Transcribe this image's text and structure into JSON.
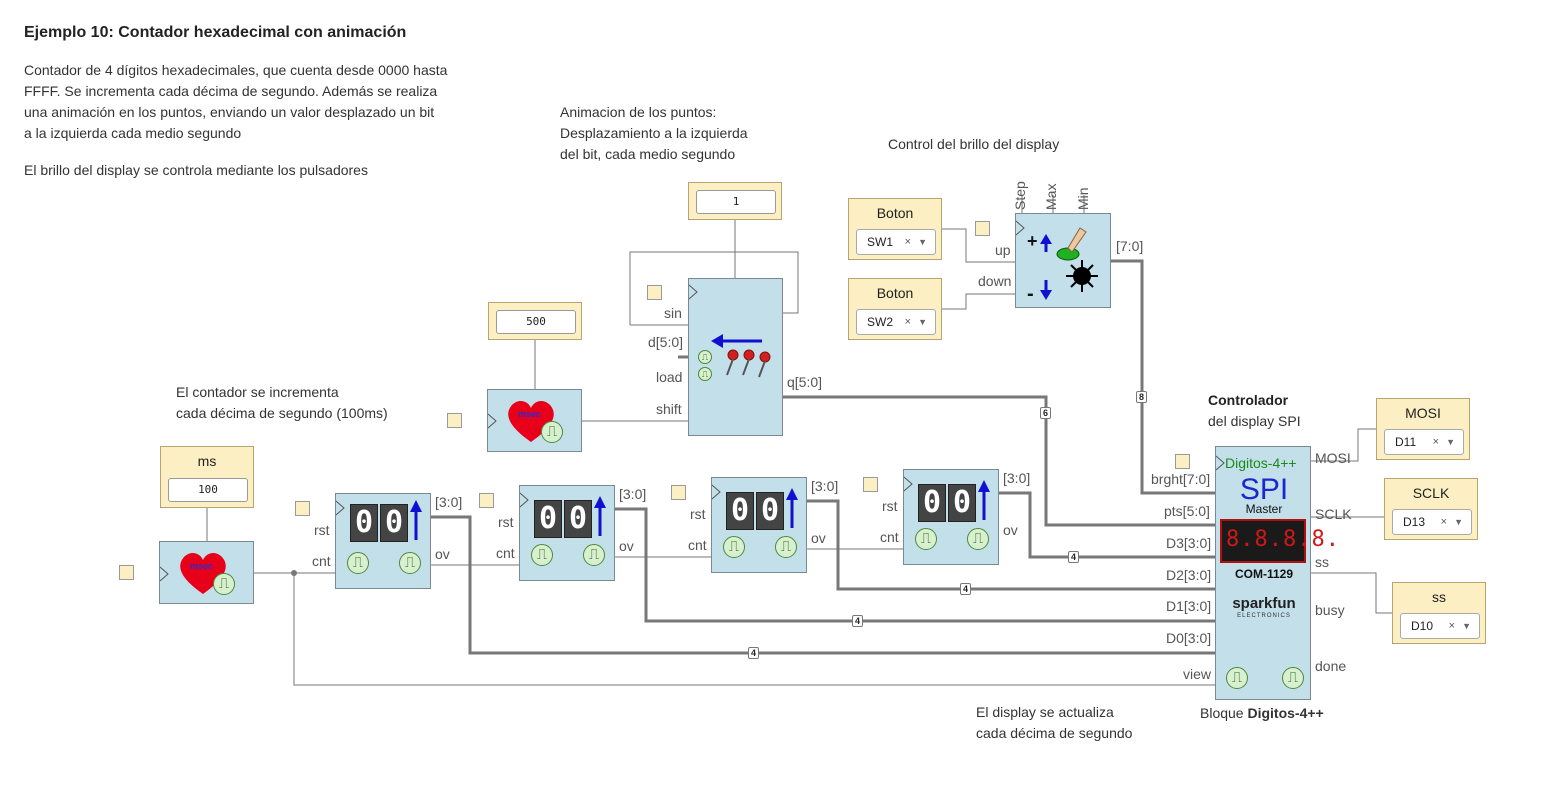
{
  "header": {
    "title": "Ejemplo 10: Contador hexadecimal con animación",
    "desc": [
      "Contador de 4 dígitos hexadecimales, que cuenta desde 0000 hasta",
      "FFFF. Se incrementa cada décima de segundo. Además se realiza",
      "una animación en los puntos, enviando un valor desplazado un bit",
      "a la izquierda cada medio segundo"
    ],
    "desc2": "El brillo del display se controla mediante los pulsadores"
  },
  "notes": {
    "anim": [
      "Animacion de los puntos:",
      "Desplazamiento a la izquierda",
      "del bit, cada medio segundo"
    ],
    "brillo": "Control del brillo del display",
    "contador": [
      "El contador se incrementa",
      "cada décima de segundo (100ms)"
    ],
    "ctrl_bold": "Controlador",
    "ctrl": "del display SPI",
    "display": [
      "El display se actualiza",
      "cada décima de segundo"
    ],
    "bloque_prefix": "Bloque ",
    "bloque_bold": "Digitos-4++"
  },
  "constants": {
    "one": "1",
    "five_hundred": "500",
    "ms_label": "ms",
    "ms_value": "100"
  },
  "buttons": [
    {
      "label": "Boton",
      "value": "SW1"
    },
    {
      "label": "Boton",
      "value": "SW2"
    }
  ],
  "outputs": [
    {
      "label": "MOSI",
      "value": "D11"
    },
    {
      "label": "SCLK",
      "value": "D13"
    },
    {
      "label": "ss",
      "value": "D10"
    }
  ],
  "pins": {
    "sin": "sin",
    "d": "d[5:0]",
    "load": "load",
    "shift": "shift",
    "q": "q[5:0]",
    "rst": "rst",
    "cnt": "cnt",
    "ov": "ov",
    "bits30": "[3:0]",
    "up": "up",
    "down": "down",
    "step": "Step",
    "max": "Max",
    "min": "Min",
    "bits70": "[7:0]",
    "brght": "brght[7:0]",
    "pts": "pts[5:0]",
    "d3": "D3[3:0]",
    "d2": "D2[3:0]",
    "d1": "D1[3:0]",
    "d0": "D0[3:0]",
    "view": "view",
    "mosi": "MOSI",
    "sclk": "SCLK",
    "ss": "ss",
    "busy": "busy",
    "done": "done"
  },
  "digits_block": {
    "name": "Digitos-4++",
    "spi": "SPI",
    "master": "Master",
    "model": "COM-1129",
    "brand": "sparkfun",
    "brand_sub": "ELECTRONICS",
    "segments": "8.8.8.8."
  },
  "bus_widths": {
    "q": "6",
    "brght": "8",
    "d3": "4",
    "d2": "4",
    "d1": "4",
    "d0": "4"
  },
  "counter_digits": "0",
  "heart_label": "msec",
  "colors": {
    "block": "#c3dfea",
    "config": "#fcefc3",
    "wire": "#777777"
  }
}
